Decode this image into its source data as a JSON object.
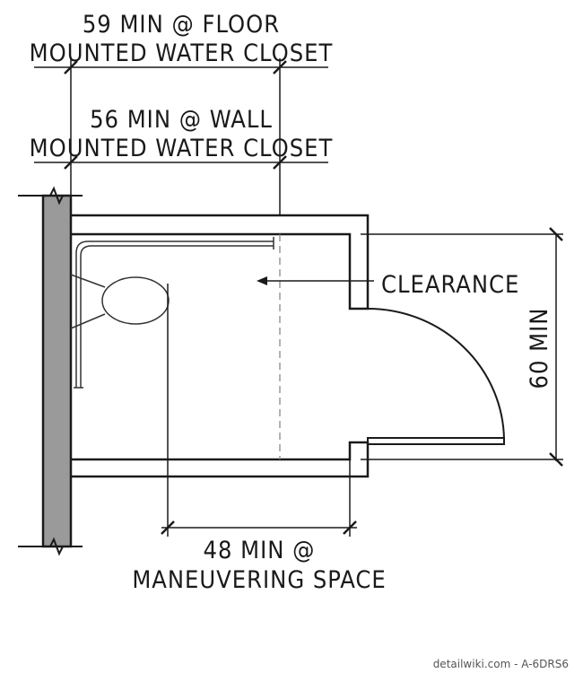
{
  "dims": {
    "floor_line1": "59 MIN @ FLOOR",
    "floor_line2": "MOUNTED WATER CLOSET",
    "wall_line1": "56 MIN @ WALL",
    "wall_line2": "MOUNTED WATER CLOSET",
    "depth_label": "60 MIN",
    "man_line1": "48 MIN @",
    "man_line2": "MANEUVERING SPACE"
  },
  "callout": {
    "clearance": "CLEARANCE"
  },
  "watermark": "detailwiki.com - A-6DRS6",
  "colors": {
    "wall_fill": "#9a9a9a",
    "line": "#1a1a1a",
    "background": "#ffffff"
  }
}
